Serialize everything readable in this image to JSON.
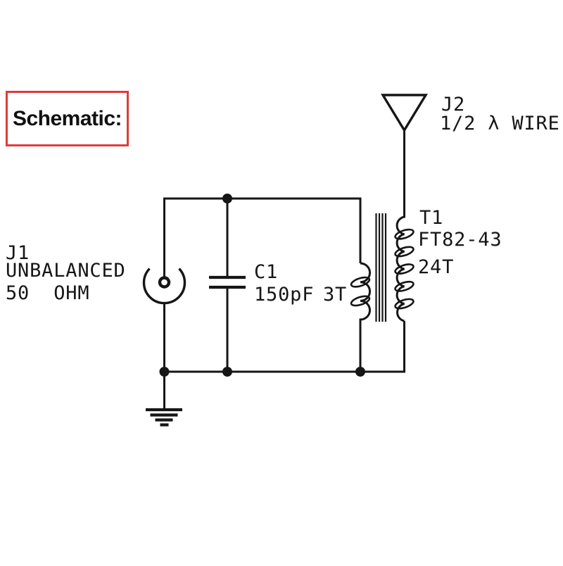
{
  "colors": {
    "line": "#161616",
    "accent": "#df3b3b",
    "background": "#ffffff"
  },
  "title_box": {
    "label": "Schematic:"
  },
  "components": {
    "j1": {
      "ref": "J1",
      "desc_line1": "UNBALANCED",
      "desc_line2": "50  OHM",
      "symbol": "coax-connector"
    },
    "c1": {
      "ref": "C1",
      "value": "150pF",
      "symbol": "capacitor"
    },
    "t1": {
      "ref": "T1",
      "core_type": "FT82-43",
      "secondary_turns": "24T",
      "primary_turns": "3T",
      "symbol": "transformer"
    },
    "j2": {
      "ref": "J2",
      "desc": "1/2 λ WIRE",
      "symbol": "antenna"
    },
    "ground": {
      "symbol": "earth-ground"
    }
  }
}
